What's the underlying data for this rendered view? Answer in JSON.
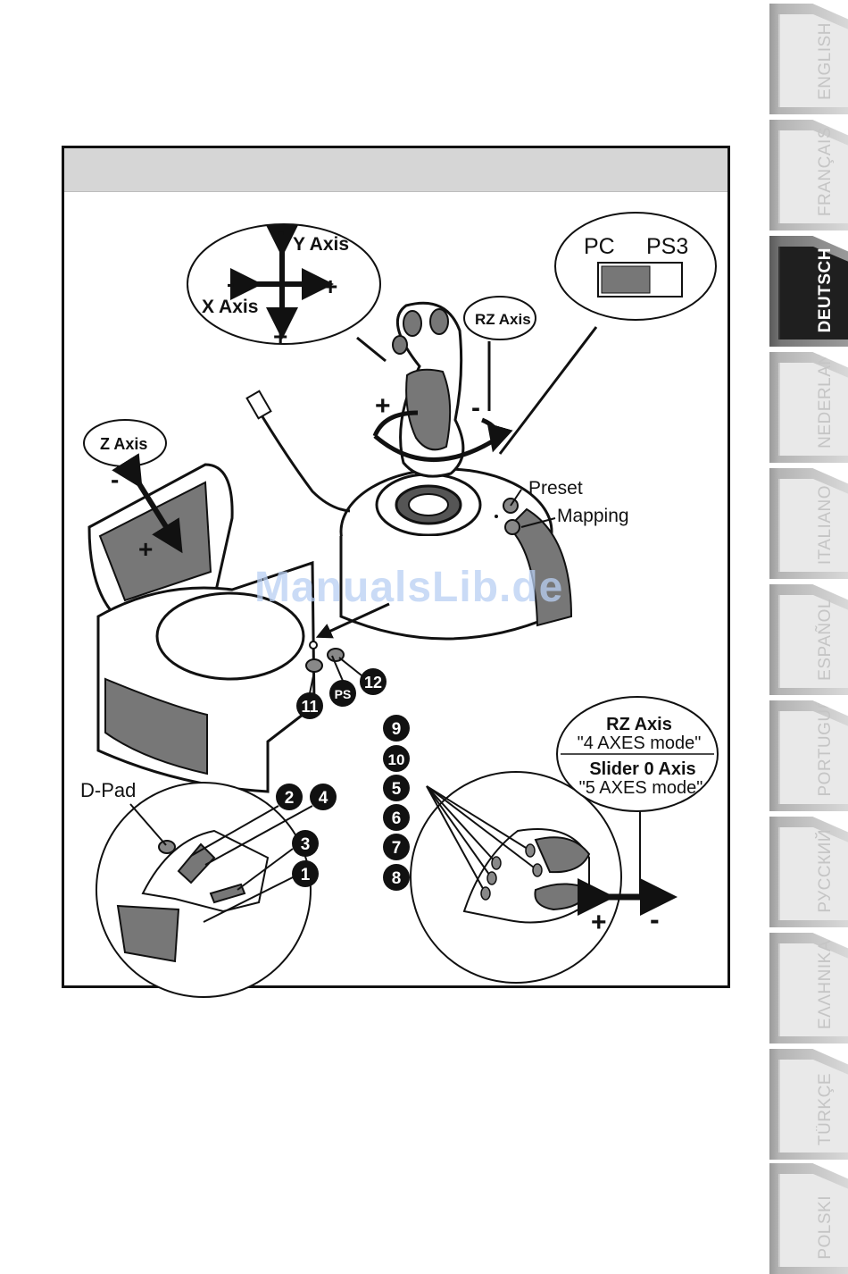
{
  "watermark": "ManualsLib.de",
  "callouts": {
    "y_axis": "Y Axis",
    "x_axis": "X Axis",
    "rz_axis": "RZ Axis",
    "pc": "PC",
    "ps3": "PS3",
    "z_axis": "Z Axis",
    "preset": "Preset",
    "mapping": "Mapping",
    "dpad": "D-Pad",
    "ps": "PS",
    "rz_axis_mode": "RZ Axis",
    "rz_axis_mode_note": "\"4 AXES mode\"",
    "slider_axis": "Slider 0 Axis",
    "slider_axis_note": "\"5 AXES mode\"",
    "minus": "-",
    "plus": "+"
  },
  "buttons": [
    "1",
    "2",
    "3",
    "4",
    "5",
    "6",
    "7",
    "8",
    "9",
    "10",
    "11",
    "12"
  ],
  "languages": [
    "ENGLISH",
    "FRANÇAIS",
    "DEUTSCH",
    "NEDERLANDS",
    "ITALIANO",
    "ESPAÑOL",
    "PORTUGUÊS",
    "РУССКИЙ",
    "ΕΛΛΗΝΙΚΑ",
    "TÜRKÇE",
    "POLSKI"
  ],
  "active_language": "DEUTSCH",
  "colors": {
    "frame": "#111111",
    "header": "#d6d6d6",
    "active_tab": "#1f1f1f"
  }
}
